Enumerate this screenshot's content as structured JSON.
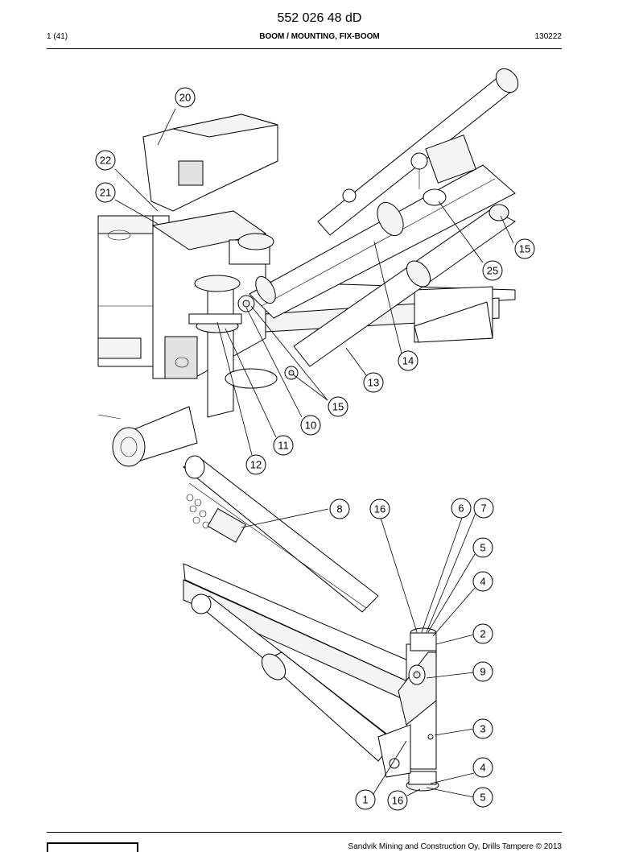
{
  "header": {
    "doc_number": "552 026 48 dD",
    "page": "1 (41)",
    "title": "BOOM / MOUNTING, FIX-BOOM",
    "date": "130222"
  },
  "footer": {
    "copyright": "Sandvik Mining and Construction Oy, Drills Tampere © 2013"
  },
  "callouts_top": [
    "20",
    "22",
    "21",
    "15",
    "25",
    "14",
    "13",
    "15",
    "10",
    "11",
    "12"
  ],
  "callouts_bottom": [
    "8",
    "16",
    "6",
    "7",
    "5",
    "4",
    "2",
    "9",
    "3",
    "4",
    "5",
    "1",
    "16"
  ]
}
